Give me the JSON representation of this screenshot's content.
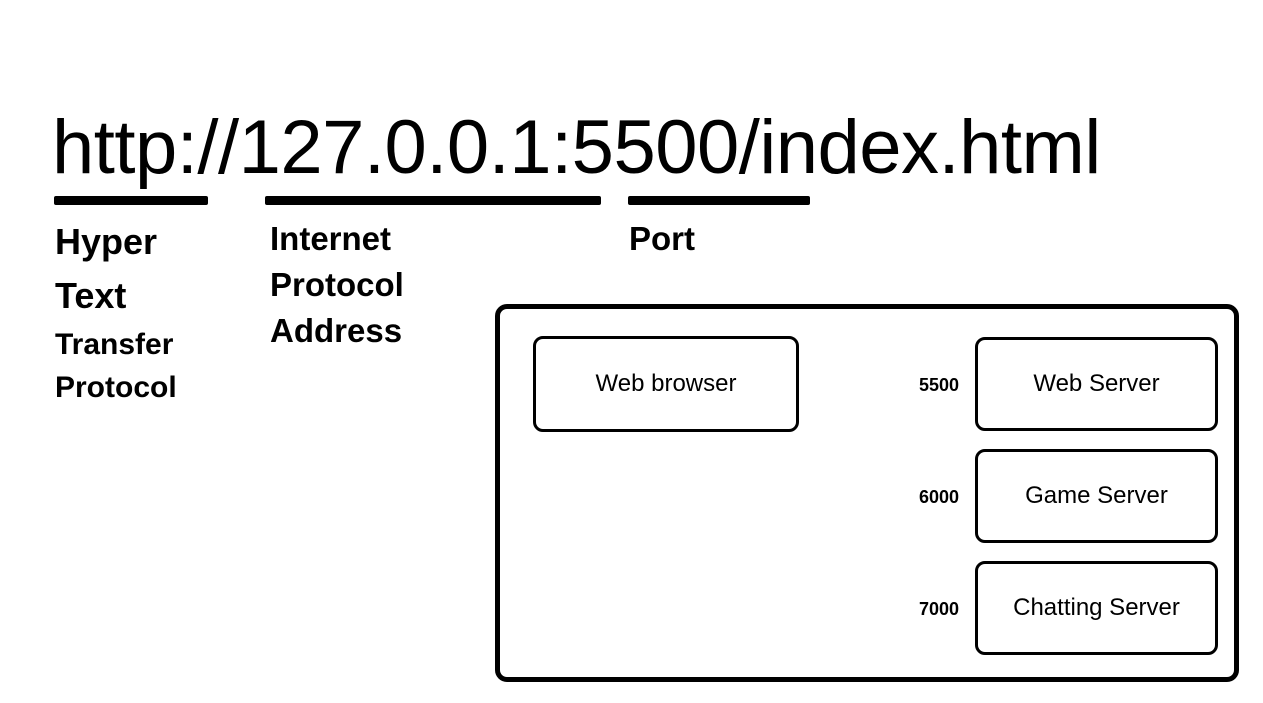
{
  "url": "http://127.0.0.1:5500/index.html",
  "labels": {
    "http": [
      "Hyper",
      "Text",
      "Transfer",
      "Protocol"
    ],
    "ip": [
      "Internet",
      "Protocol",
      "Address"
    ],
    "port": "Port"
  },
  "client": {
    "label": "Web browser"
  },
  "servers": [
    {
      "port": "5500",
      "label": "Web Server"
    },
    {
      "port": "6000",
      "label": "Game Server"
    },
    {
      "port": "7000",
      "label": "Chatting Server"
    }
  ]
}
